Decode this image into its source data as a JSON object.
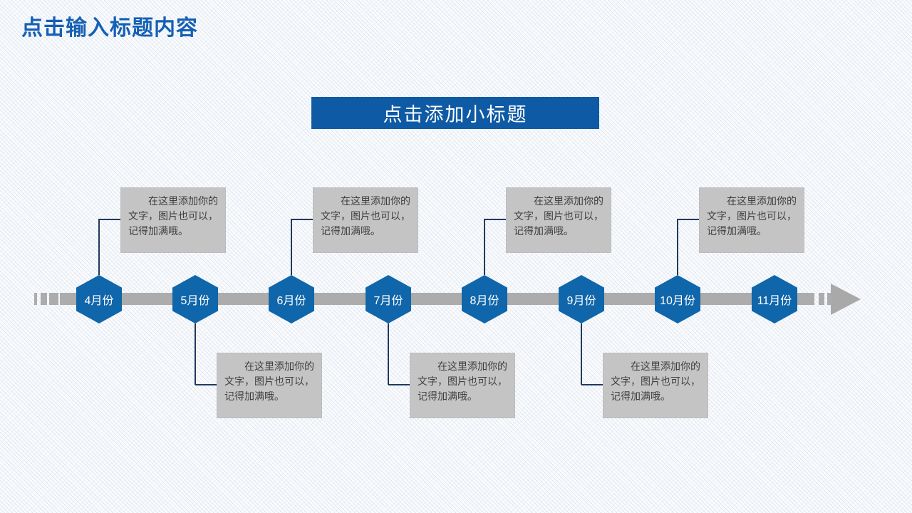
{
  "slide": {
    "title": "点击输入标题内容",
    "subtitle": "点击添加小标题"
  },
  "timeline": {
    "placeholder_note": "在这里添加你的文字，图片也可以，记得加满哦。",
    "milestones": [
      {
        "label": "4月份",
        "note_side": "top",
        "note": "在这里添加你的文字，图片也可以，记得加满哦。"
      },
      {
        "label": "5月份",
        "note_side": "bottom",
        "note": "在这里添加你的文字，图片也可以，记得加满哦。"
      },
      {
        "label": "6月份",
        "note_side": "top",
        "note": "在这里添加你的文字，图片也可以，记得加满哦。"
      },
      {
        "label": "7月份",
        "note_side": "bottom",
        "note": "在这里添加你的文字，图片也可以，记得加满哦。"
      },
      {
        "label": "8月份",
        "note_side": "top",
        "note": "在这里添加你的文字，图片也可以，记得加满哦。"
      },
      {
        "label": "9月份",
        "note_side": "bottom",
        "note": "在这里添加你的文字，图片也可以，记得加满哦。"
      },
      {
        "label": "10月份",
        "note_side": "top",
        "note": "在这里添加你的文字，图片也可以，记得加满哦。"
      },
      {
        "label": "11月份",
        "note_side": "none",
        "note": ""
      }
    ]
  },
  "colors": {
    "title_blue": "#1560b4",
    "banner_blue": "#0e5aa4",
    "hexagon_blue": "#1066aa",
    "timeline_gray": "#acacac",
    "note_box_gray": "#c4c4c4",
    "note_text_gray": "#3f3f3f",
    "connector_navy": "#203a5c"
  }
}
